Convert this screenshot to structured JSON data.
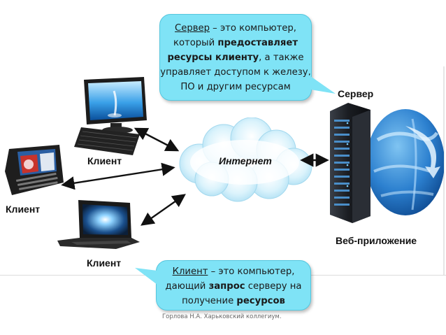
{
  "server_bubble": {
    "term": "Сервер",
    "l1_rest": " – это компьютер,",
    "l2_pre": "который ",
    "l2_bold": "предоставляет",
    "l3_bold": "ресурсы клиенту",
    "l3_rest": ", а также",
    "l4": "управляет доступом к железу,",
    "l5": "ПО и другим ресурсам"
  },
  "client_bubble": {
    "term": "Клиент",
    "l1_rest": " – это компьютер,",
    "l2_pre": "дающий ",
    "l2_bold": "запрос",
    "l2_rest": " серверу на",
    "l3_pre": "получение ",
    "l3_bold": "ресурсов"
  },
  "labels": {
    "server": "Сервер",
    "internet": "Интернет",
    "client_desktop": "Клиент",
    "client_phone": "Клиент",
    "client_laptop": "Клиент",
    "web_app": "Веб-приложение"
  },
  "footer": "Горлова Н.А. Харьковский коллегиум.",
  "colors": {
    "bubble_fill": "#7fe3f6",
    "cloud": "#bfe9f7",
    "arrow": "#111111"
  },
  "icons": [
    "desktop-computer-icon",
    "keyboard-icon",
    "smartphone-icon",
    "laptop-icon",
    "internet-cloud-icon",
    "server-rack-icon",
    "globe-icon"
  ]
}
